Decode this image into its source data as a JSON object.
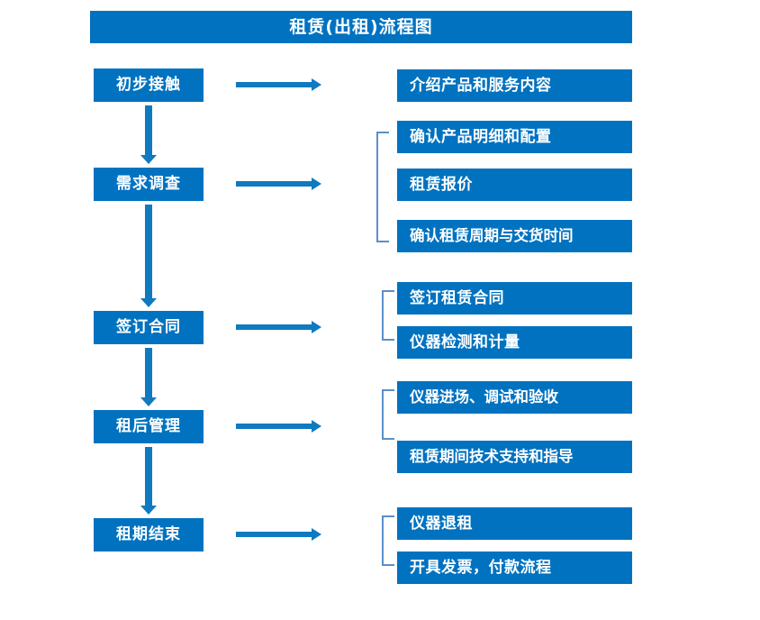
{
  "diagram": {
    "title": "租赁(出租)流程图",
    "colors": {
      "box_fill": "#0072c0",
      "box_text": "#ffffff",
      "arrow": "#0f7ac0",
      "bracket": "#5b8fc9",
      "background": "#ffffff"
    },
    "stages": [
      {
        "label": "初步接触"
      },
      {
        "label": "需求调查"
      },
      {
        "label": "签订合同"
      },
      {
        "label": "租后管理"
      },
      {
        "label": "租期结束"
      }
    ],
    "details": [
      {
        "label": "介绍产品和服务内容"
      },
      {
        "label": "确认产品明细和配置"
      },
      {
        "label": "租赁报价"
      },
      {
        "label": "确认租赁周期与交货时间"
      },
      {
        "label": "签订租赁合同"
      },
      {
        "label": "仪器检测和计量"
      },
      {
        "label": "仪器进场、调试和验收"
      },
      {
        "label": "租赁期间技术支持和指导"
      },
      {
        "label": "仪器退租"
      },
      {
        "label": "开具发票，付款流程"
      }
    ],
    "groups": [
      {
        "stage": "初步接触",
        "detail_labels": [
          "介绍产品和服务内容"
        ],
        "bracketed": false
      },
      {
        "stage": "需求调查",
        "detail_labels": [
          "确认产品明细和配置",
          "租赁报价",
          "确认租赁周期与交货时间"
        ],
        "bracketed": true
      },
      {
        "stage": "签订合同",
        "detail_labels": [
          "签订租赁合同",
          "仪器检测和计量"
        ],
        "bracketed": true
      },
      {
        "stage": "租后管理",
        "detail_labels": [
          "仪器进场、调试和验收",
          "租赁期间技术支持和指导"
        ],
        "bracketed": true
      },
      {
        "stage": "租期结束",
        "detail_labels": [
          "仪器退租",
          "开具发票，付款流程"
        ],
        "bracketed": true
      }
    ],
    "flow_connections": [
      {
        "from": "初步接触",
        "to": "需求调查",
        "direction": "down"
      },
      {
        "from": "需求调查",
        "to": "签订合同",
        "direction": "down"
      },
      {
        "from": "签订合同",
        "to": "租后管理",
        "direction": "down"
      },
      {
        "from": "租后管理",
        "to": "租期结束",
        "direction": "down"
      },
      {
        "from": "初步接触",
        "to": "介绍产品和服务内容",
        "direction": "right"
      },
      {
        "from": "需求调查",
        "to": "确认产品明细和配置",
        "direction": "right"
      },
      {
        "from": "签订合同",
        "to": "签订租赁合同",
        "direction": "right"
      },
      {
        "from": "租后管理",
        "to": "仪器进场、调试和验收",
        "direction": "right"
      },
      {
        "from": "租期结束",
        "to": "仪器退租",
        "direction": "right"
      }
    ]
  }
}
